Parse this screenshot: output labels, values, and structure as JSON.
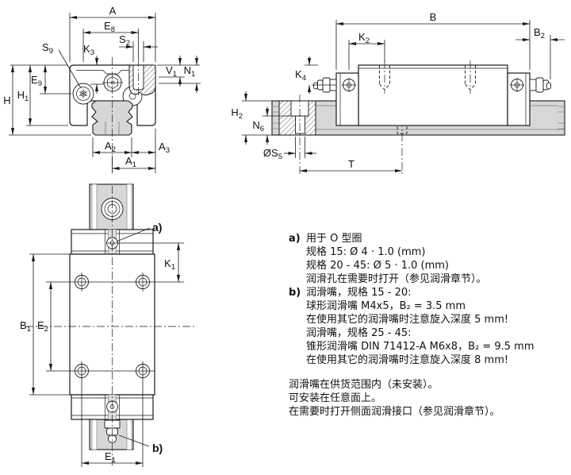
{
  "page": {
    "background": "#ffffff",
    "line_color": "#1a1a1a",
    "rail_gray": "#d7d7d7"
  },
  "front_view": {
    "dims": {
      "A": {
        "b": "A",
        "s": ""
      },
      "E8": {
        "b": "E",
        "s": "8"
      },
      "S2": {
        "b": "S",
        "s": "2"
      },
      "S9": {
        "b": "S",
        "s": "9"
      },
      "K3": {
        "b": "K",
        "s": "3"
      },
      "V1": {
        "b": "V",
        "s": "1"
      },
      "N1": {
        "b": "N",
        "s": "1"
      },
      "H": {
        "b": "H",
        "s": ""
      },
      "H1": {
        "b": "H",
        "s": "1"
      },
      "E9": {
        "b": "E",
        "s": "9"
      },
      "A2": {
        "b": "A",
        "s": "2"
      },
      "A3": {
        "b": "A",
        "s": "3"
      },
      "A1": {
        "b": "A",
        "s": "1"
      }
    }
  },
  "side_view": {
    "dims": {
      "B": {
        "b": "B",
        "s": ""
      },
      "K2": {
        "b": "K",
        "s": "2"
      },
      "B2": {
        "b": "B",
        "s": "2"
      },
      "K4": {
        "b": "K",
        "s": "4"
      },
      "H2": {
        "b": "H",
        "s": "2"
      },
      "N6": {
        "b": "N",
        "s": "6"
      },
      "S5": {
        "b": "ØS",
        "s": "5"
      },
      "T": {
        "b": "T",
        "s": ""
      }
    }
  },
  "top_view": {
    "dims": {
      "K1": {
        "b": "K",
        "s": "1"
      },
      "B1": {
        "b": "B",
        "s": "1"
      },
      "E2": {
        "b": "E",
        "s": "2"
      },
      "E1": {
        "b": "E",
        "s": "1"
      }
    },
    "callout_a": "a)",
    "callout_b": "b)"
  },
  "notes": {
    "a_label": "a)",
    "a_lines": [
      "用于 O 型圈",
      "规格 15: Ø 4 · 1.0 (mm)",
      "规格 20 - 45: Ø 5 · 1.0 (mm)",
      "润滑孔在需要时打开（参见润滑章节）。"
    ],
    "b_label": "b)",
    "b_lines": [
      "润滑嘴，规格 15 - 20:",
      "球形润滑嘴 M4x5，B₂ = 3.5 mm",
      "在使用其它的润滑嘴时注意旋入深度 5 mm!",
      "润滑嘴，规格 25 - 45:",
      "锥形润滑嘴 DIN 71412-A M6x8，B₂ = 9.5 mm",
      "在使用其它的润滑嘴时注意旋入深度 8 mm!"
    ],
    "footer_lines": [
      "润滑嘴在供货范围内（未安装）。",
      "可安装在任意面上。",
      "在需要时打开侧面润滑接口（参见润滑章节）。"
    ]
  }
}
